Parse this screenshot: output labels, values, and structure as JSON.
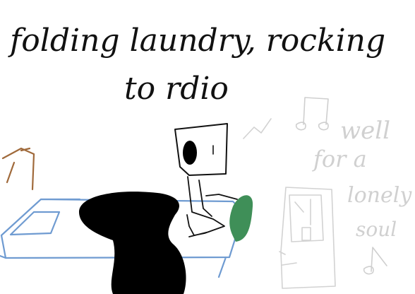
{
  "caption": {
    "line1": "folding laundry, rocking",
    "line2": "to rdio"
  },
  "radio_lyrics": {
    "line1": "well",
    "line2": "for a",
    "line3": "lonely",
    "line4": "soul"
  },
  "icons": {
    "music_note_top": "double-music-note-icon",
    "music_note_bottom": "music-note-icon"
  },
  "colors": {
    "ink": "#111111",
    "faint_ink": "#cfcfcf",
    "bed_blue": "#6f9bd1",
    "brown": "#a06a3b",
    "shirt_green": "#3f8f58",
    "laundry_black": "#000000"
  }
}
